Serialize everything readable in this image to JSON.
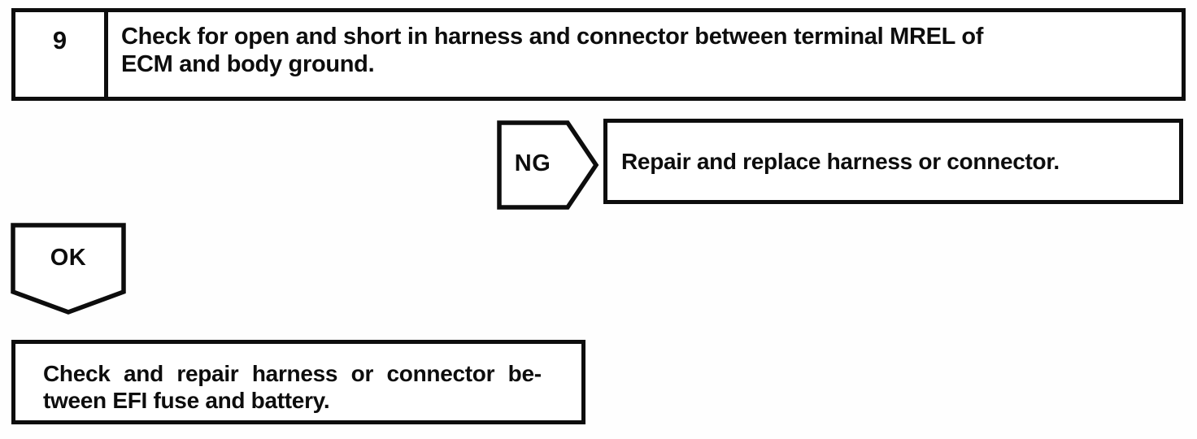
{
  "flowchart": {
    "step": {
      "number": "9",
      "instruction_line1": "Check for open and short in harness and connector between terminal MREL of",
      "instruction_line2": "ECM and body ground."
    },
    "ng_branch": {
      "connector_label": "NG",
      "action": "Repair and replace harness or connector."
    },
    "ok_branch": {
      "connector_label": "OK",
      "action_line1": "Check and repair harness or connector be-",
      "action_line2": "tween EFI fuse and battery."
    },
    "colors": {
      "ink": "#0d0d0d",
      "paper": "#ffffff"
    }
  }
}
